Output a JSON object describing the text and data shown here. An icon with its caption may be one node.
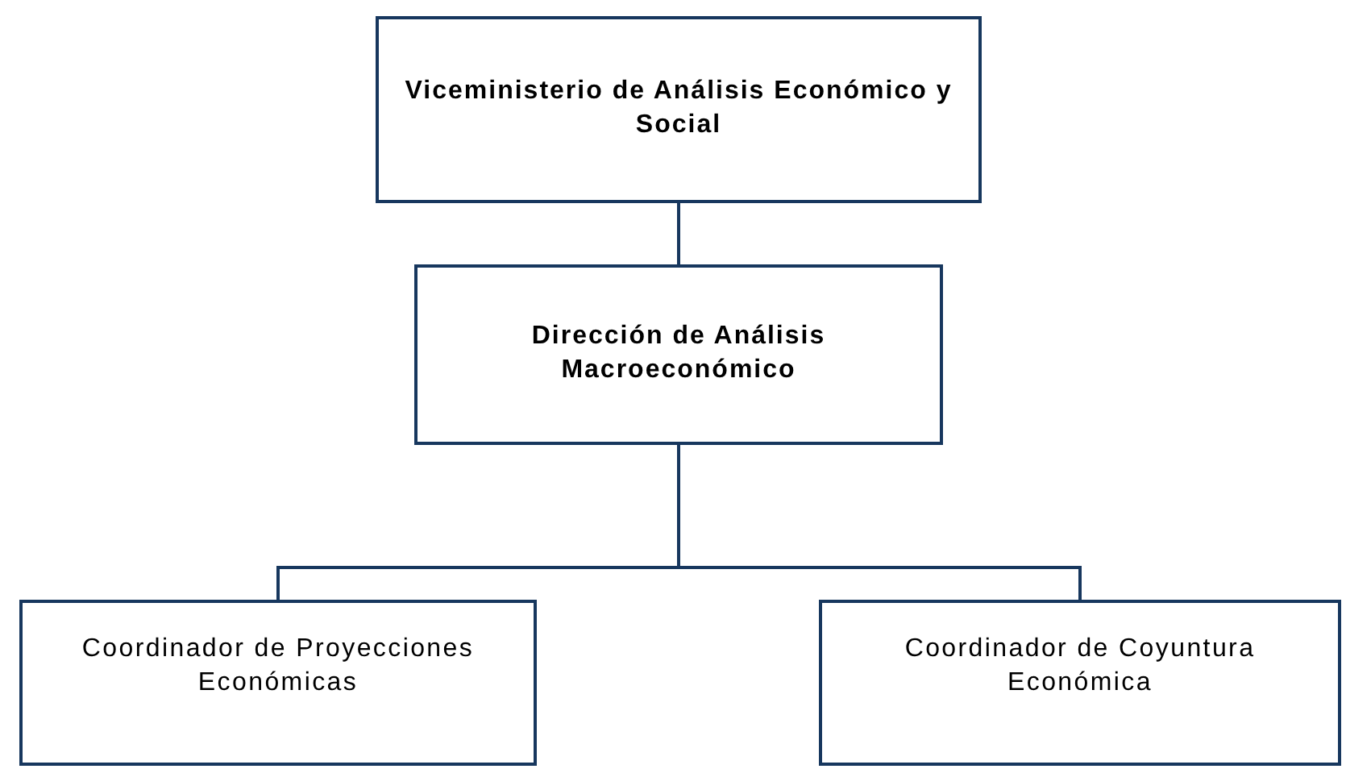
{
  "diagram": {
    "nodes": [
      {
        "text": [
          "Viceministerio de Análisis Económico y Social"
        ]
      },
      {
        "text": [
          "Dirección de Análisis Macroeconómico"
        ]
      },
      {
        "text": [
          "Coordinador de Proyecciones Económicas"
        ]
      },
      {
        "text": [
          "Coordinador de Coyuntura Económica"
        ]
      }
    ],
    "edges": [
      {
        "from": 0,
        "to": 1,
        "arrow": "none"
      },
      {
        "from": 1,
        "to": 2,
        "arrow": "none"
      },
      {
        "from": 1,
        "to": 3,
        "arrow": "none"
      }
    ]
  }
}
